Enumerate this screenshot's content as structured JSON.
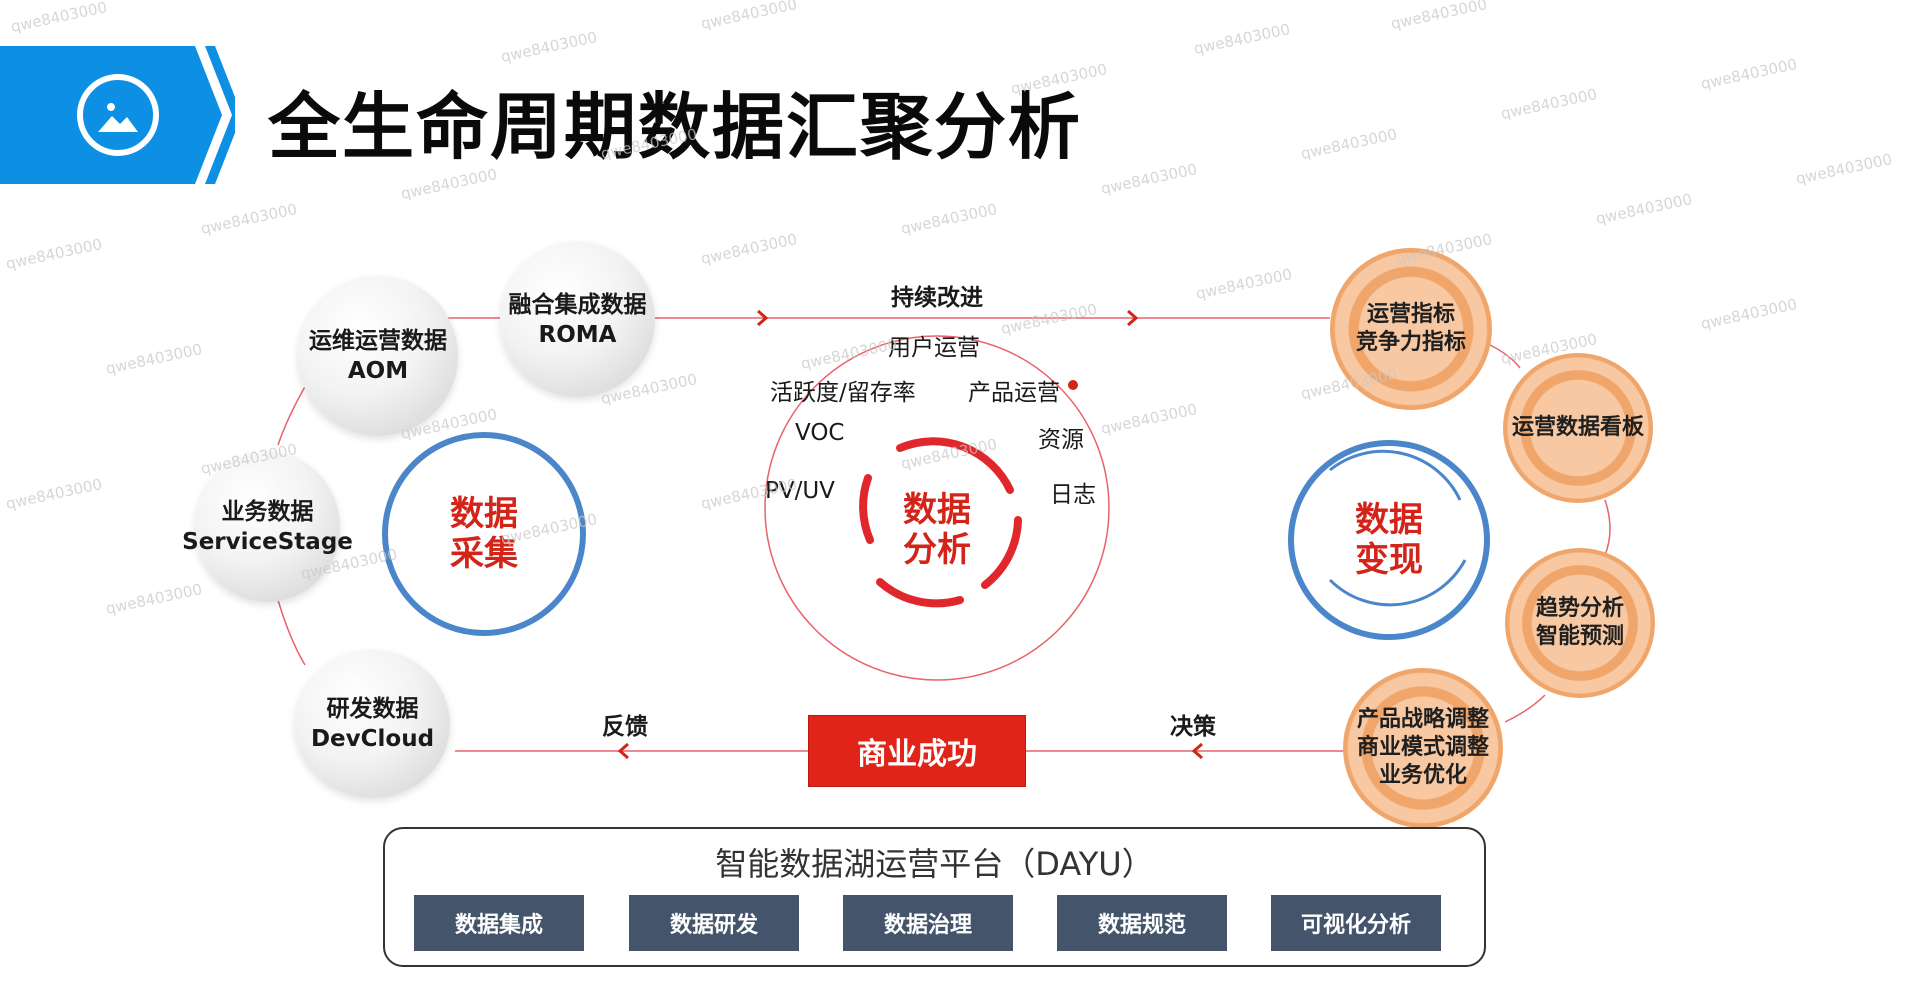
{
  "header": {
    "title": "全生命周期数据汇聚分析",
    "icon": "image-icon",
    "accent_color": "#0d8fe4"
  },
  "sources": [
    {
      "line1": "运维运营数据",
      "line2": "AOM"
    },
    {
      "line1": "融合集成数据",
      "line2": "ROMA"
    },
    {
      "line1": "业务数据",
      "line2": "ServiceStage"
    },
    {
      "line1": "研发数据",
      "line2": "DevCloud"
    }
  ],
  "collect": {
    "line1": "数据",
    "line2": "采集"
  },
  "analysis": {
    "line1": "数据",
    "line2": "分析",
    "items": [
      "用户运营",
      "活跃度/留存率",
      "产品运营",
      "VOC",
      "资源",
      "PV/UV",
      "日志"
    ]
  },
  "monetize": {
    "line1": "数据",
    "line2": "变现"
  },
  "outcomes": [
    {
      "lines": [
        "运营指标",
        "竞争力指标"
      ]
    },
    {
      "lines": [
        "运营数据看板"
      ]
    },
    {
      "lines": [
        "趋势分析",
        "智能预测"
      ]
    },
    {
      "lines": [
        "产品战略调整",
        "商业模式调整",
        "业务优化"
      ]
    }
  ],
  "flow": {
    "improve": "持续改进",
    "decision": "决策",
    "feedback": "反馈",
    "success": "商业成功"
  },
  "platform": {
    "title": "智能数据湖运营平台（DAYU）",
    "tools": [
      "数据集成",
      "数据研发",
      "数据治理",
      "数据规范",
      "可视化分析"
    ]
  },
  "watermark": "qwe8403000",
  "colors": {
    "red": "#d3241a",
    "blue": "#4a86c9",
    "orange": "#f0a56a",
    "tool_bg": "#44546a",
    "success_bg": "#e02418"
  }
}
